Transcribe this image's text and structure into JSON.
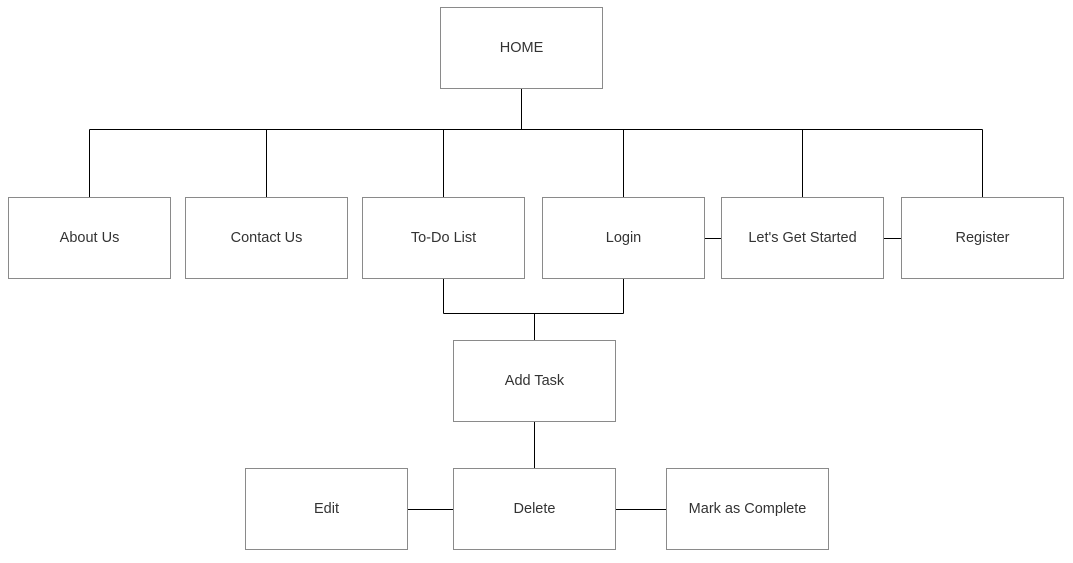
{
  "diagram": {
    "nodes": {
      "home": "HOME",
      "about_us": "About Us",
      "contact_us": "Contact Us",
      "todo_list": "To-Do List",
      "login": "Login",
      "lets_get_started": "Let's Get Started",
      "register": "Register",
      "add_task": "Add Task",
      "edit": "Edit",
      "delete": "Delete",
      "mark_as_complete": "Mark as Complete"
    },
    "edges": [
      [
        "home",
        "about_us"
      ],
      [
        "home",
        "contact_us"
      ],
      [
        "home",
        "todo_list"
      ],
      [
        "home",
        "login"
      ],
      [
        "home",
        "lets_get_started"
      ],
      [
        "home",
        "register"
      ],
      [
        "login",
        "lets_get_started"
      ],
      [
        "lets_get_started",
        "register"
      ],
      [
        "todo_list",
        "add_task"
      ],
      [
        "login",
        "add_task"
      ],
      [
        "add_task",
        "delete"
      ],
      [
        "edit",
        "delete"
      ],
      [
        "delete",
        "mark_as_complete"
      ]
    ]
  }
}
